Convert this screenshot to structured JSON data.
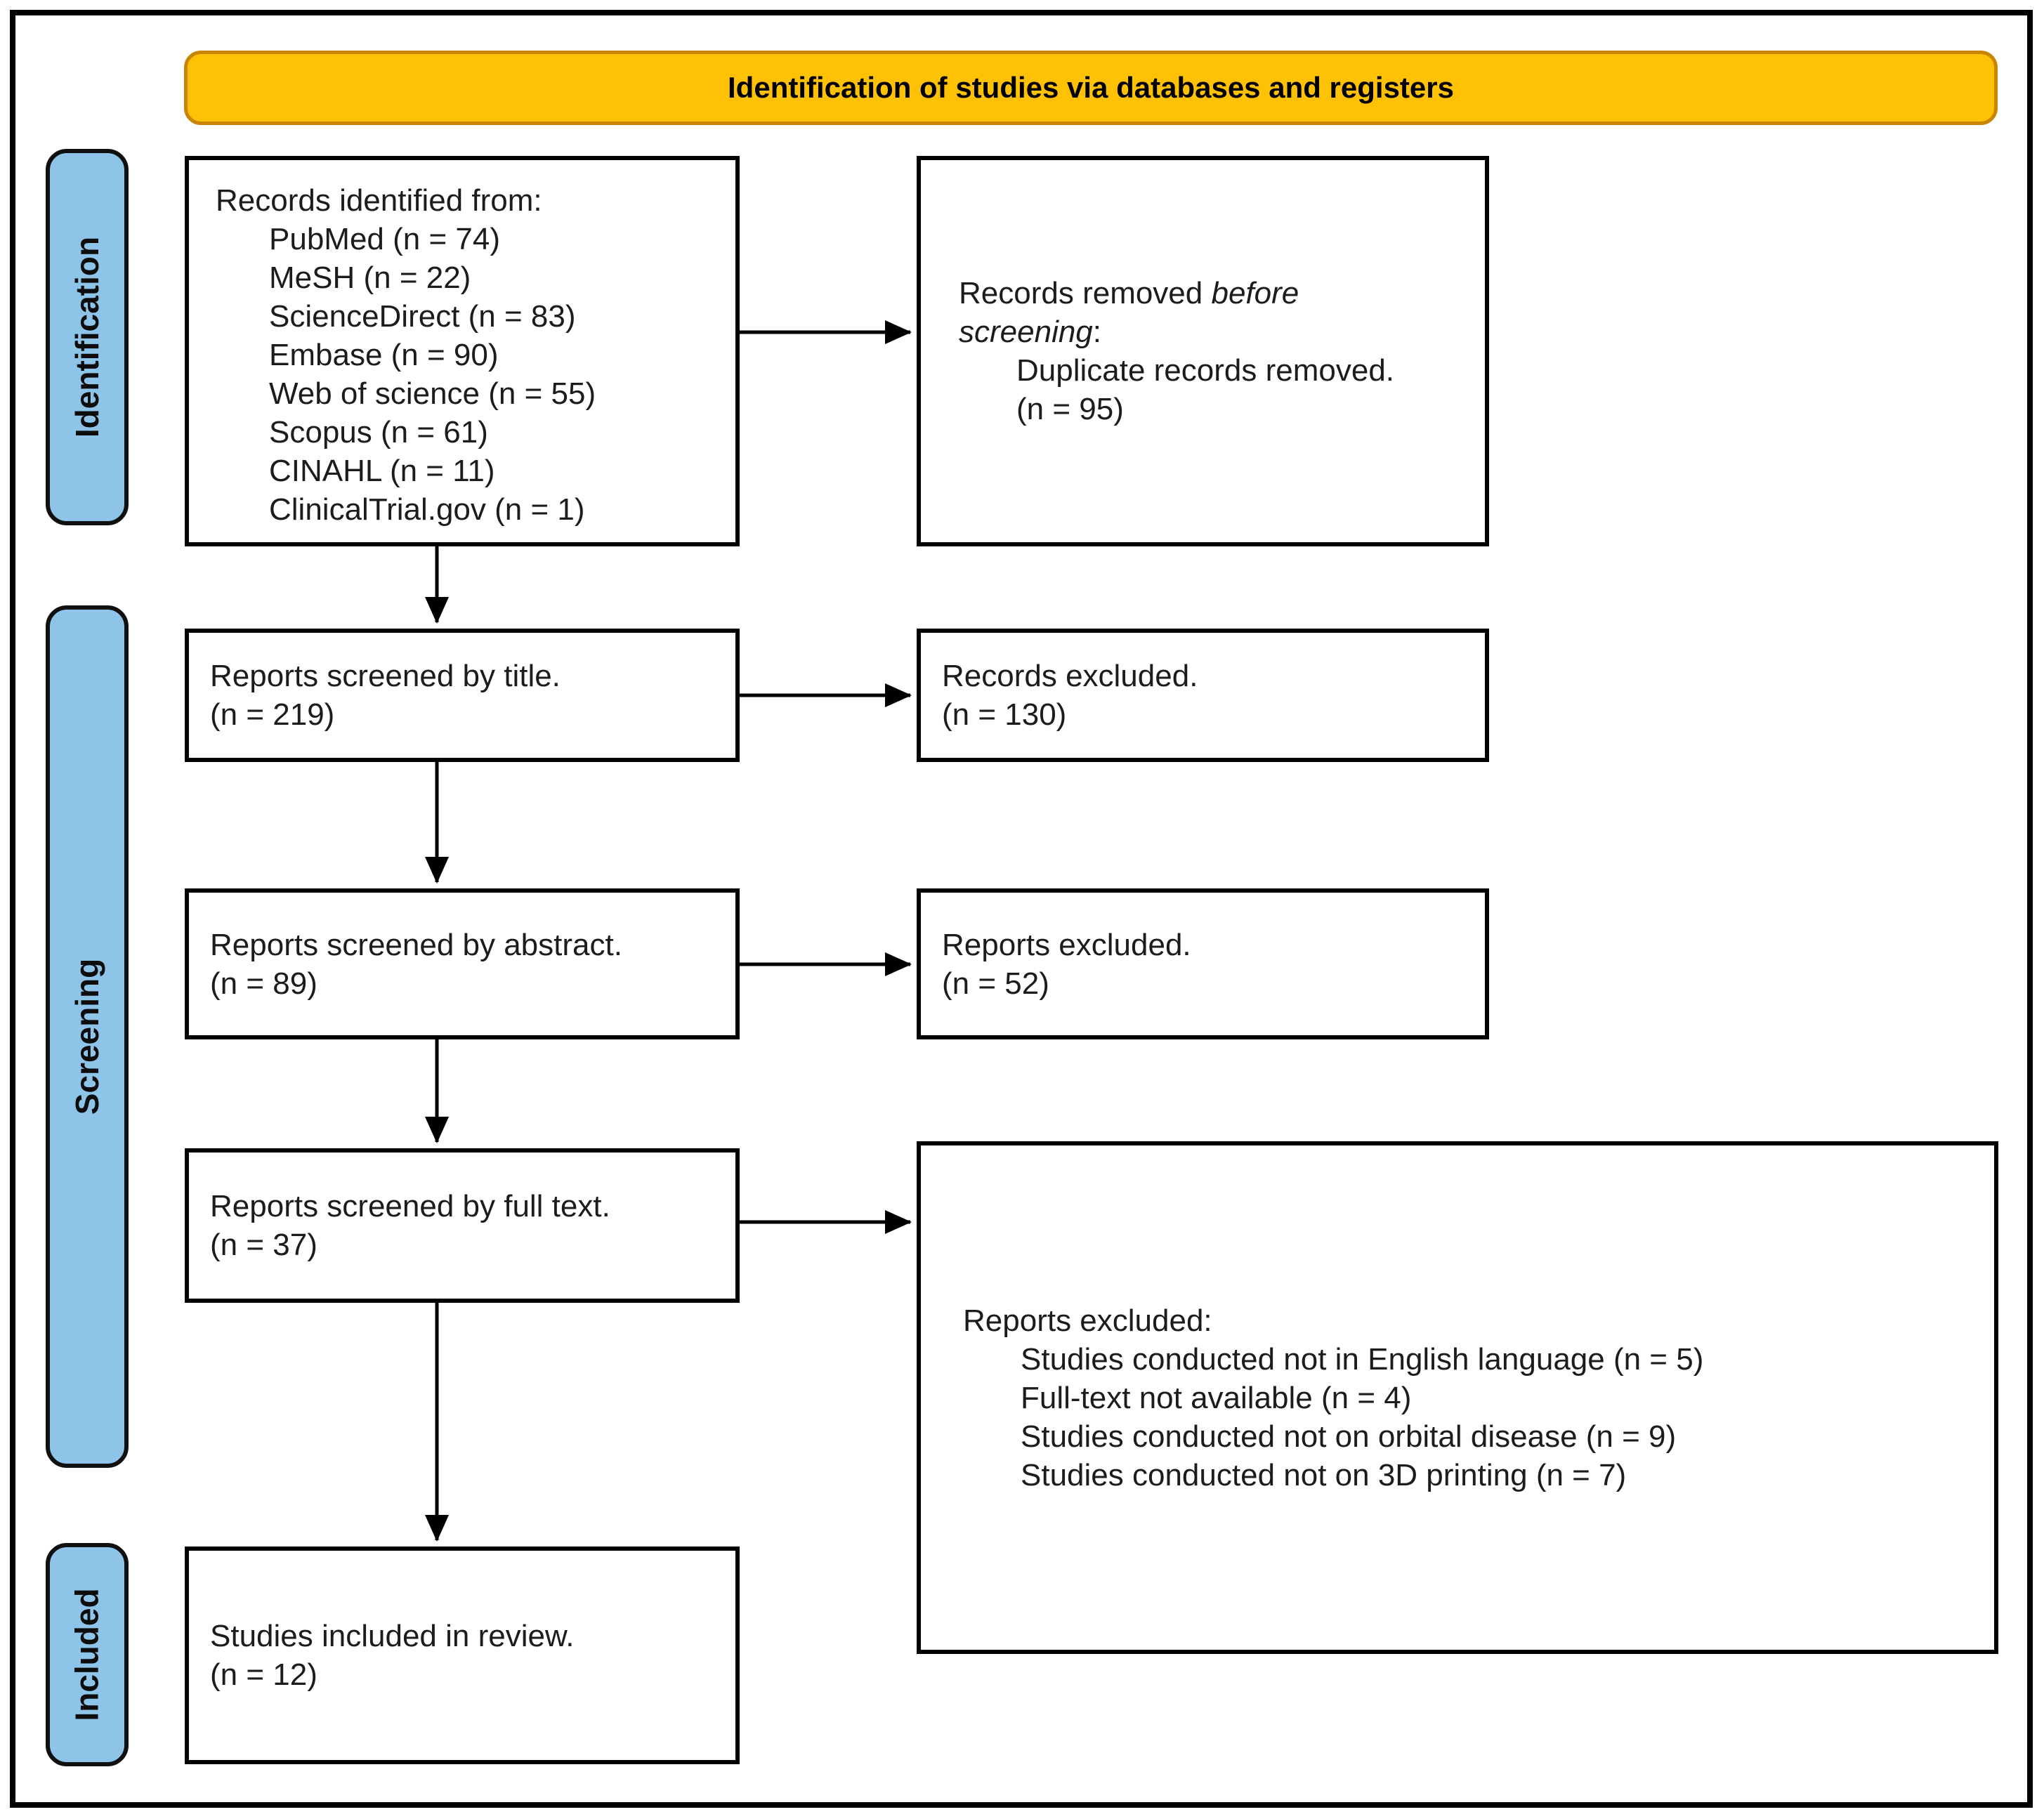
{
  "colors": {
    "banner-fill": "#FFC103",
    "banner-border": "#C78500",
    "stage-fill": "#8FC4E9",
    "stage-border": "#101010",
    "box-border": "#000000",
    "text": "#1c1c1c"
  },
  "banner": {
    "title": "Identification of studies via databases and registers"
  },
  "stages": {
    "identification": "Identification",
    "screening": "Screening",
    "included": "Included"
  },
  "flow": {
    "records_identified": {
      "heading": "Records identified from:",
      "sources": [
        "PubMed (n = 74)",
        "MeSH (n = 22)",
        "ScienceDirect (n = 83)",
        "Embase (n = 90)",
        "Web of science (n = 55)",
        "Scopus (n = 61)",
        "CINAHL (n = 11)",
        "ClinicalTrial.gov (n = 1)"
      ]
    },
    "records_removed": {
      "line1_regular": "Records removed ",
      "line1_italic": "before",
      "line2_italic": "screening",
      "line2_suffix": ":",
      "reason": "Duplicate records removed.",
      "count": "(n = 95)"
    },
    "screened_title": {
      "label": "Reports screened by title.",
      "count": "(n = 219)"
    },
    "records_excluded": {
      "label": "Records excluded.",
      "count": "(n = 130)"
    },
    "screened_abstract": {
      "label": "Reports screened by abstract.",
      "count": "(n = 89)"
    },
    "reports_excluded": {
      "label": "Reports excluded.",
      "count": "(n = 52)"
    },
    "screened_fulltext": {
      "label": "Reports screened by full text.",
      "count": "(n = 37)"
    },
    "fulltext_excluded": {
      "heading": "Reports excluded:",
      "reasons": [
        "Studies conducted not in English language (n = 5)",
        "Full-text not available (n = 4)",
        "Studies conducted not on orbital disease (n = 9)",
        "Studies conducted not on 3D printing (n = 7)"
      ]
    },
    "included_studies": {
      "label": "Studies included in review.",
      "count": "(n = 12)"
    }
  }
}
